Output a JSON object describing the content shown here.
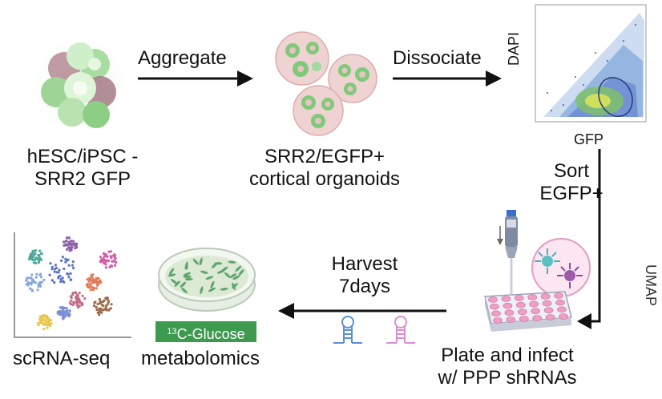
{
  "steps": {
    "stem_cells": {
      "line1": "hESC/iPSC -",
      "line2": "SRR2 GFP"
    },
    "aggregate": "Aggregate",
    "organoids": {
      "line1": "SRR2/EGFP+",
      "line2": "cortical organoids"
    },
    "dissociate": "Dissociate",
    "facs": {
      "y_label": "DAPI",
      "x_label": "GFP"
    },
    "sort": {
      "line1": "Sort",
      "line2": "EGFP+"
    },
    "plate": {
      "line1": "Plate and infect",
      "line2": "w/ PPP shRNAs"
    },
    "harvest": {
      "line1": "Harvest",
      "line2": "7days"
    },
    "glucose": {
      "superscript": "13",
      "text": "C-Glucose"
    },
    "metabolomics": "metabolomics",
    "scrna": "scRNA-seq",
    "edge_fragment": "UMAP"
  },
  "colors": {
    "arrow": "#111111",
    "cell_green": "#a8dca0",
    "cell_mauve": "#b58a95",
    "organoid_pink": "#e9c4c4",
    "organoid_green": "#7fc97a",
    "glucose_badge": "#3d9a4e",
    "well_pink": "#ef9fc3",
    "shrna_blue": "#5b8fd6",
    "shrna_pink": "#d98fd0"
  },
  "icons": [
    "cell-cluster-icon",
    "organoid-icon",
    "facs-plot-icon",
    "pipette-icon",
    "well-plate-icon",
    "virus-icon",
    "shrna-hairpin-icon",
    "petri-dish-icon",
    "tsne-plot-icon"
  ]
}
